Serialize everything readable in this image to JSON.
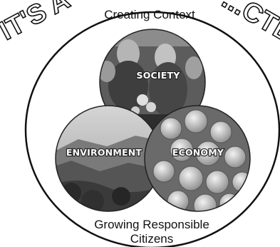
{
  "arc_text": {
    "left": "IT'S A",
    "right": "...CTED."
  },
  "title": "Creating Context",
  "footer_line1": "Growing Responsible",
  "footer_line2": "Citizens",
  "circles": [
    {
      "label": "SOCIETY",
      "photo": "crowd-of-people"
    },
    {
      "label": "ENVIRONMENT",
      "photo": "landscape-hills-trees"
    },
    {
      "label": "ECONOMY",
      "photo": "pile-of-coins"
    }
  ]
}
